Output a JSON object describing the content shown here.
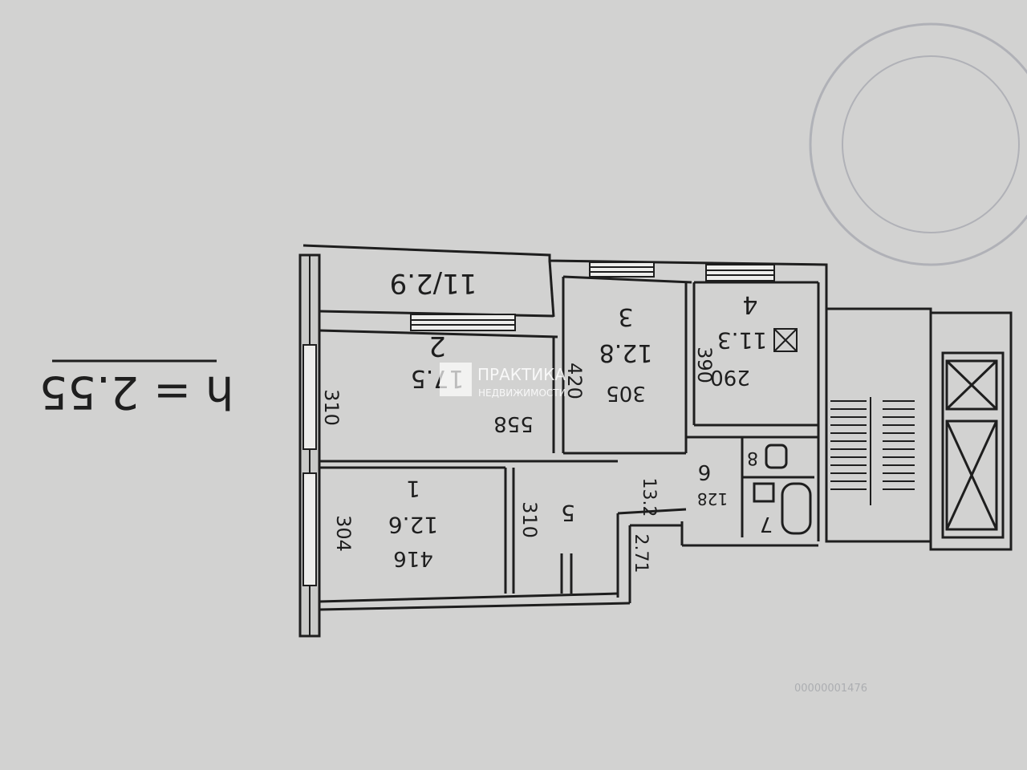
{
  "height_label": "h = 2.55",
  "rooms": [
    {
      "number": "1",
      "area": "12.6",
      "dim_a": "416",
      "dim_b": "304"
    },
    {
      "number": "2",
      "area": "17.5",
      "dim_a": "558",
      "dim_b": "310"
    },
    {
      "number": "3",
      "area": "12.8",
      "dim_a": "305",
      "dim_b": "420"
    },
    {
      "number": "4",
      "area": "11.3",
      "dim_a": "290",
      "dim_b": "390"
    },
    {
      "number": "5",
      "dim_a": "310"
    },
    {
      "number": "6",
      "dim_a": "128",
      "dim_b": "13.2"
    },
    {
      "number": "7"
    },
    {
      "number": "8"
    }
  ],
  "balcony_label": "11/2.9",
  "corridor_label": "2.71",
  "watermark": {
    "brand": "ПРАКТИКА",
    "subtitle": "НЕДВИЖИМОСТИ"
  },
  "stamp_code": "00000001476"
}
